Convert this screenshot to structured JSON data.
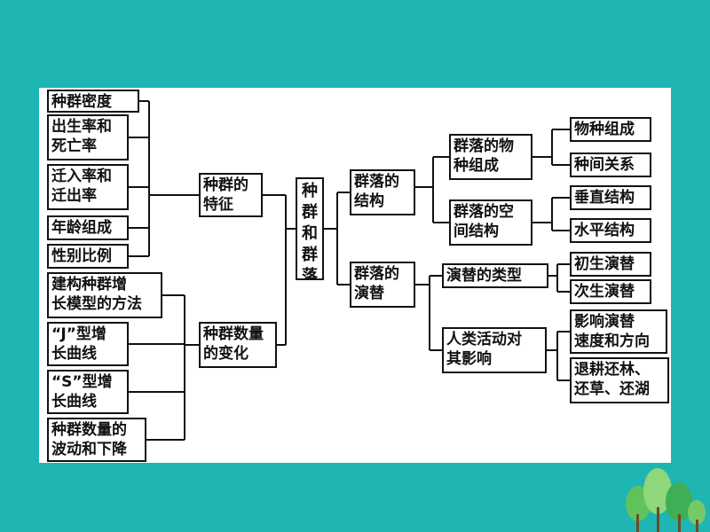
{
  "center": "种\n群\n和\n群\n落",
  "population": {
    "characteristics": {
      "label": "种群的\n特征",
      "items": [
        "种群密度",
        "出生率和\n死亡率",
        "迁入率和\n迁出率",
        "年龄组成",
        "性别比例"
      ]
    },
    "change": {
      "label": "种群数量\n的变化",
      "items": [
        "建构种群增\n长模型的方法",
        "“J”型增\n长曲线",
        "“S”型增\n长曲线",
        "种群数量的\n波动和下降"
      ]
    }
  },
  "community": {
    "structure": {
      "label": "群落的\n结构",
      "species": {
        "label": "群落的物\n种组成",
        "items": [
          "物种组成",
          "种间关系"
        ]
      },
      "spatial": {
        "label": "群落的空\n间结构",
        "items": [
          "垂直结构",
          "水平结构"
        ]
      }
    },
    "succession": {
      "label": "群落的\n演替",
      "types": {
        "label": "演替的类型",
        "items": [
          "初生演替",
          "次生演替"
        ]
      },
      "human": {
        "label": "人类活动对\n其影响",
        "items": [
          "影响演替\n速度和方向",
          "退耕还林、\n还草、还湖"
        ]
      }
    }
  },
  "colors": {
    "background": "#1fb5b3",
    "panel": "#ffffff",
    "line": "#111111"
  }
}
